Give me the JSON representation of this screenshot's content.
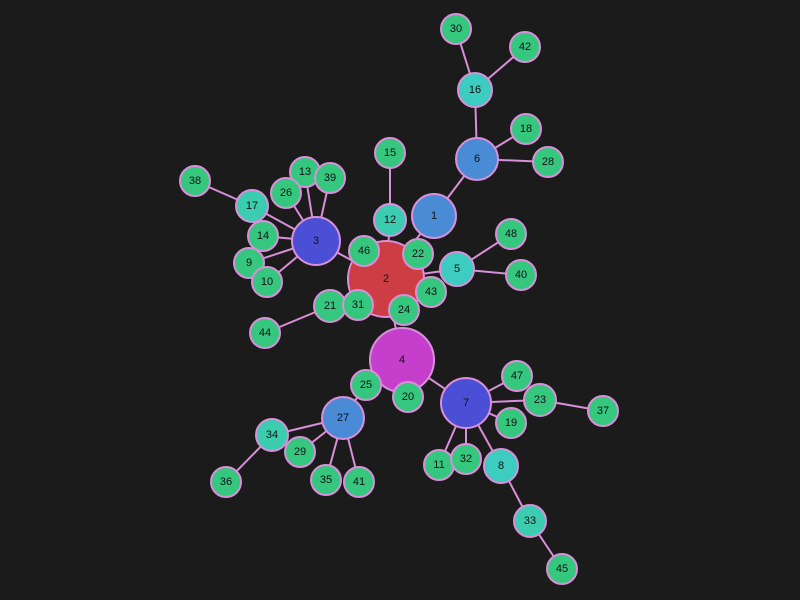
{
  "colors": {
    "background": "#1b1b1b",
    "edge": "#d98fd9",
    "node_stroke": "#d98fd9",
    "label": "#111111"
  },
  "nodes": [
    {
      "id": "1",
      "color": "#4a8bd6"
    },
    {
      "id": "2",
      "color": "#cc3e44"
    },
    {
      "id": "3",
      "color": "#4b4fd6"
    },
    {
      "id": "4",
      "color": "#c63fcc"
    },
    {
      "id": "5",
      "color": "#3cccc0"
    },
    {
      "id": "6",
      "color": "#4a8bd6"
    },
    {
      "id": "7",
      "color": "#4b4fd6"
    },
    {
      "id": "8",
      "color": "#3cccc0"
    },
    {
      "id": "9",
      "color": "#36c77f"
    },
    {
      "id": "10",
      "color": "#36c77f"
    },
    {
      "id": "11",
      "color": "#36c77f"
    },
    {
      "id": "12",
      "color": "#3cccb0"
    },
    {
      "id": "13",
      "color": "#36c77f"
    },
    {
      "id": "14",
      "color": "#36c77f"
    },
    {
      "id": "15",
      "color": "#36c77f"
    },
    {
      "id": "16",
      "color": "#3cccc0"
    },
    {
      "id": "17",
      "color": "#3cccb0"
    },
    {
      "id": "18",
      "color": "#36c77f"
    },
    {
      "id": "19",
      "color": "#36c77f"
    },
    {
      "id": "20",
      "color": "#36c77f"
    },
    {
      "id": "21",
      "color": "#36c77f"
    },
    {
      "id": "22",
      "color": "#36c77f"
    },
    {
      "id": "23",
      "color": "#36c77f"
    },
    {
      "id": "24",
      "color": "#36c77f"
    },
    {
      "id": "25",
      "color": "#36c77f"
    },
    {
      "id": "26",
      "color": "#36c77f"
    },
    {
      "id": "27",
      "color": "#4a8bd6"
    },
    {
      "id": "28",
      "color": "#36c77f"
    },
    {
      "id": "29",
      "color": "#36c77f"
    },
    {
      "id": "30",
      "color": "#36c77f"
    },
    {
      "id": "31",
      "color": "#36c77f"
    },
    {
      "id": "32",
      "color": "#36c77f"
    },
    {
      "id": "33",
      "color": "#3cccb0"
    },
    {
      "id": "34",
      "color": "#3cccb0"
    },
    {
      "id": "35",
      "color": "#36c77f"
    },
    {
      "id": "36",
      "color": "#36c77f"
    },
    {
      "id": "37",
      "color": "#36c77f"
    },
    {
      "id": "38",
      "color": "#36c77f"
    },
    {
      "id": "39",
      "color": "#36c77f"
    },
    {
      "id": "40",
      "color": "#36c77f"
    },
    {
      "id": "41",
      "color": "#36c77f"
    },
    {
      "id": "42",
      "color": "#36c77f"
    },
    {
      "id": "43",
      "color": "#36c77f"
    },
    {
      "id": "44",
      "color": "#36c77f"
    },
    {
      "id": "45",
      "color": "#36c77f"
    },
    {
      "id": "46",
      "color": "#36c77f"
    },
    {
      "id": "47",
      "color": "#36c77f"
    },
    {
      "id": "48",
      "color": "#36c77f"
    }
  ],
  "edges": [
    [
      "1",
      "2"
    ],
    [
      "1",
      "6"
    ],
    [
      "6",
      "16"
    ],
    [
      "16",
      "30"
    ],
    [
      "16",
      "42"
    ],
    [
      "6",
      "18"
    ],
    [
      "6",
      "28"
    ],
    [
      "2",
      "3"
    ],
    [
      "2",
      "4"
    ],
    [
      "2",
      "5"
    ],
    [
      "2",
      "12"
    ],
    [
      "2",
      "22"
    ],
    [
      "2",
      "43"
    ],
    [
      "2",
      "46"
    ],
    [
      "2",
      "31"
    ],
    [
      "2",
      "21"
    ],
    [
      "2",
      "24"
    ],
    [
      "12",
      "15"
    ],
    [
      "5",
      "48"
    ],
    [
      "5",
      "40"
    ],
    [
      "21",
      "44"
    ],
    [
      "3",
      "17"
    ],
    [
      "3",
      "13"
    ],
    [
      "3",
      "26"
    ],
    [
      "3",
      "39"
    ],
    [
      "3",
      "14"
    ],
    [
      "3",
      "9"
    ],
    [
      "3",
      "10"
    ],
    [
      "17",
      "38"
    ],
    [
      "4",
      "7"
    ],
    [
      "4",
      "25"
    ],
    [
      "4",
      "20"
    ],
    [
      "25",
      "27"
    ],
    [
      "27",
      "34"
    ],
    [
      "27",
      "29"
    ],
    [
      "27",
      "35"
    ],
    [
      "27",
      "41"
    ],
    [
      "34",
      "36"
    ],
    [
      "7",
      "47"
    ],
    [
      "7",
      "23"
    ],
    [
      "7",
      "19"
    ],
    [
      "7",
      "11"
    ],
    [
      "7",
      "32"
    ],
    [
      "7",
      "8"
    ],
    [
      "23",
      "37"
    ],
    [
      "8",
      "33"
    ],
    [
      "33",
      "45"
    ]
  ]
}
